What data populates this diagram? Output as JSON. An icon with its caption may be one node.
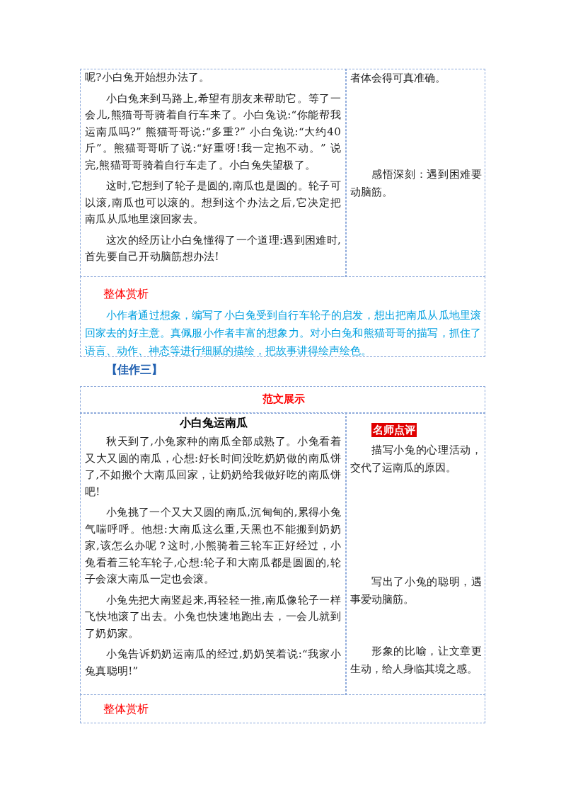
{
  "diagram": {
    "nodes": [
      {
        "text": [
          "呢?小白兔开始想办法了。",
          "小白兔来到马路上,希望有朋友来帮助它。等了一会儿,熊猫哥哥骑着自行车来了。小白兔说:“你能帮我运南瓜吗?” 熊猫哥哥说:“多重?” 小白兔说:“大约40斤”。熊猫哥哥听了说:“好重呀!我一定抱不动。” 说完,熊猫哥哥骑着自行车走了。小白兔失望极了。",
          "这时,它想到了轮子是圆的,南瓜也是圆的。轮子可以滚,南瓜也可以滚的。想到这个办法之后,它决定把南瓜从瓜地里滚回家去。",
          "这次的经历让小白兔懂得了一个道理:遇到困难时,首先要自己开动脑筋想办法!"
        ]
      },
      {
        "text": [
          "者体会得可真准确。",
          "感悟深刻：遇到困难要动脑筋。"
        ]
      },
      {
        "text": [
          "整体赏析",
          "小作者通过想象，编写了小白兔受到自行车轮子的启发，想出把南瓜从瓜地里滚回家去的好主意。真佩服小作者丰富的想象力。对小白兔和熊猫哥哥的描写，抓住了语言、动作、神态等进行细腻的描绘，把故事讲得绘声绘色。"
        ]
      },
      {
        "text": [
          "范文展示"
        ]
      },
      {
        "text": [
          "小白兔运南瓜",
          "秋天到了,小兔家种的南瓜全部成熟了。小兔看着又大又圆的南瓜，心想:好长时间没吃奶奶做的南瓜饼了,不如搬个大南瓜回家，让奶奶给我做好吃的南瓜饼吧!",
          "小兔挑了一个又大又圆的南瓜,沉甸甸的,累得小兔气喘呼呼。他想:大南瓜这么重,天黑也不能搬到奶奶家,该怎么办呢？这时,小熊骑着三轮车正好经过，小兔看着三轮车轮子,心想:轮子和大南瓜都是圆圆的,轮子会滚大南瓜一定也会滚。",
          "小兔先把大南竖起来,再轻轻一推,南瓜像轮子一样飞快地滚了出去。小兔也快速地跑出去，一会儿就到了奶奶家。",
          "小兔告诉奶奶运南瓜的经过,奶奶笑着说:“我家小兔真聪明!”"
        ]
      },
      {
        "text": [
          "名师点评",
          "描写小兔的心理活动，交代了运南瓜的原因。",
          "写出了小兔的聪明，遇事爱动脑筋。",
          "形象的比喻，让文章更生动，给人身临其境之感。"
        ]
      },
      {
        "text": [
          "整体赏析"
        ]
      }
    ],
    "labels": [
      "【佳作三】"
    ]
  }
}
